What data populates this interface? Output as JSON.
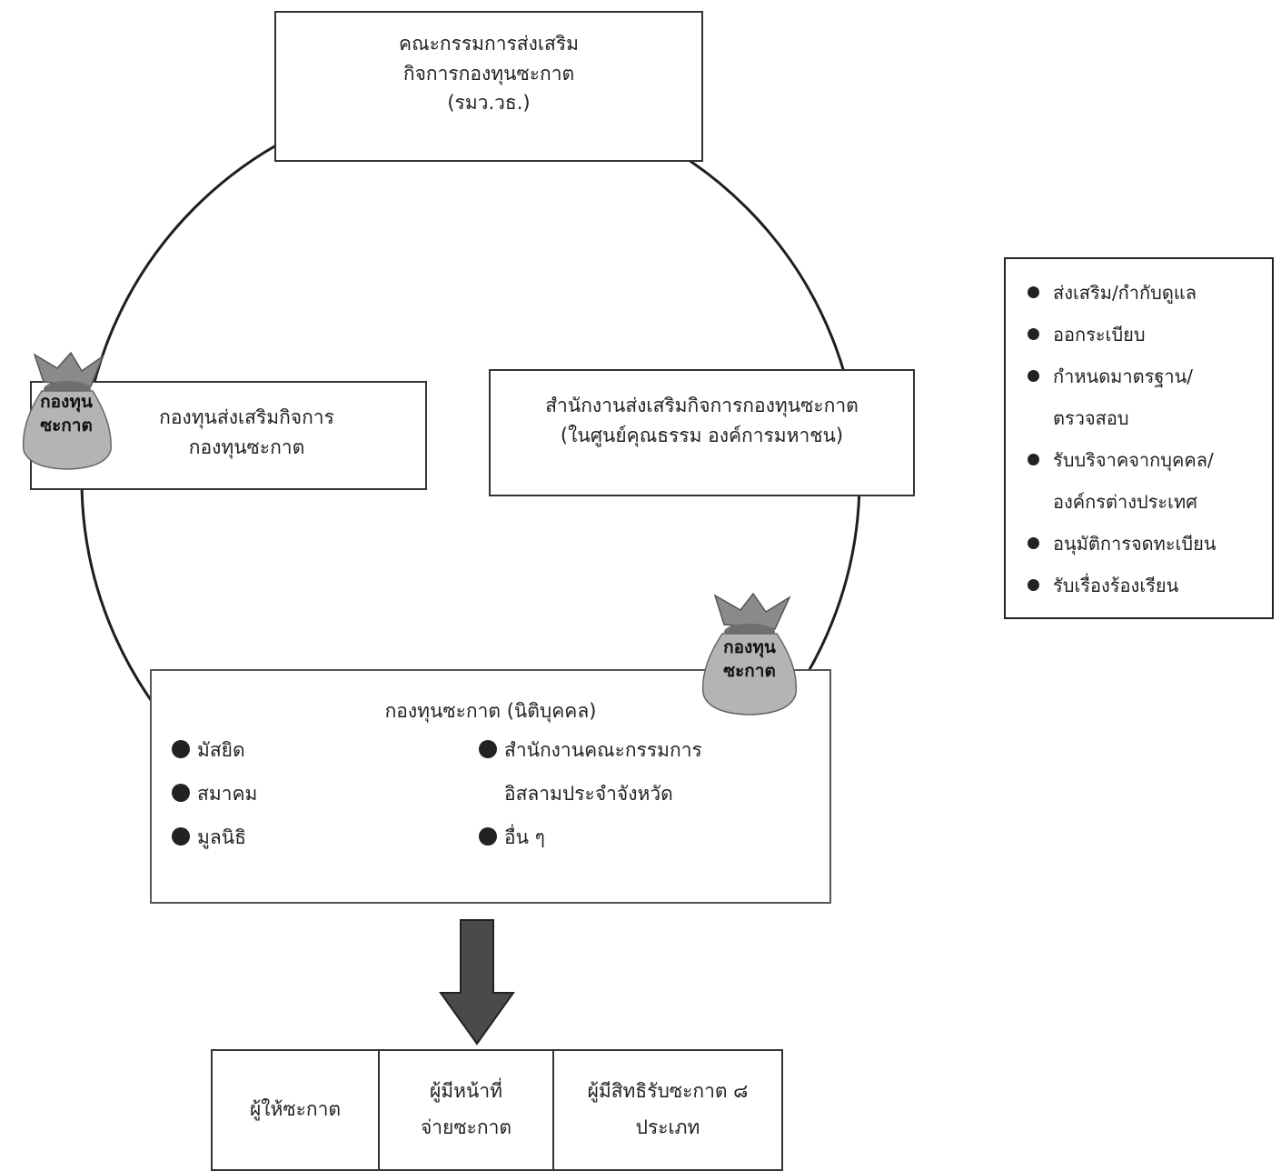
{
  "committee": {
    "line1": "คณะกรรมการส่งเสริม",
    "line2": "กิจการกองทุนซะกาต",
    "line3": "(รมว.วธ.)"
  },
  "promotion_fund": {
    "line1": "กองทุนส่งเสริมกิจการ",
    "line2": "กองทุนซะกาต"
  },
  "office": {
    "line1": "สำนักงานส่งเสริมกิจการกองทุนซะกาต",
    "line2": "(ในศูนย์คุณธรรม องค์การมหาชน)"
  },
  "bag_label": {
    "line1": "กองทุน",
    "line2": "ซะกาต"
  },
  "zakat_fund": {
    "title": "กองทุนซะกาต (นิติบุคคล)",
    "left_items": [
      "มัสยิด",
      "สมาคม",
      "มูลนิธิ"
    ],
    "right_items": [
      {
        "line1": "สำนักงานคณะกรรมการ",
        "line2": "อิสลามประจำจังหวัด"
      },
      {
        "line1": "อื่น ๆ"
      }
    ]
  },
  "duties": [
    {
      "line1": "ส่งเสริม/กำกับดูแล"
    },
    {
      "line1": "ออกระเบียบ"
    },
    {
      "line1": "กำหนดมาตรฐาน/",
      "line2": "ตรวจสอบ"
    },
    {
      "line1": "รับบริจาคจากบุคคล/",
      "line2": "องค์กรต่างประเทศ"
    },
    {
      "line1": "อนุมัติการจดทะเบียน"
    },
    {
      "line1": "รับเรื่องร้องเรียน"
    }
  ],
  "bottom": {
    "giver": "ผู้ให้ซะกาต",
    "duty_line1": "ผู้มีหน้าที่",
    "duty_line2": "จ่ายซะกาต",
    "recipient_line1": "ผู้มีสิทธิรับซะกาต ๘",
    "recipient_line2": "ประเภท"
  }
}
